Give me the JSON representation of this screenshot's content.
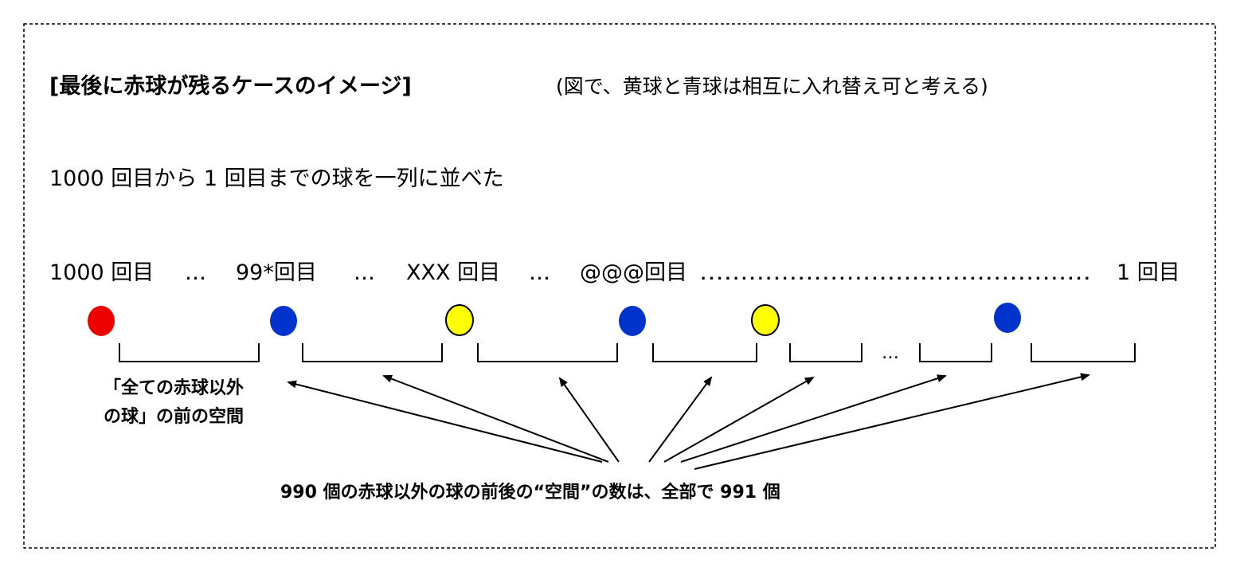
{
  "heading": "[最後に赤球が残るケースのイメージ]",
  "note": "(図で、黄球と青球は相互に入れ替え可と考える)",
  "sequence_caption": "1000 回目から 1 回目までの球を一列に並べた",
  "positions": {
    "p1000": "1000 回目",
    "e1": "…",
    "p99x": "99*回目",
    "e2": "…",
    "pxxx": "XXX 回目",
    "e3": "…",
    "patat": "@@@回目",
    "long_dots": "…………………………………………",
    "p1": "1 回目"
  },
  "balls": [
    {
      "color_name": "red",
      "color": "#ee0000"
    },
    {
      "color_name": "blue",
      "color": "#0033cc"
    },
    {
      "color_name": "yellow",
      "color": "#ffff00"
    },
    {
      "color_name": "blue",
      "color": "#0033cc"
    },
    {
      "color_name": "yellow",
      "color": "#ffff00"
    },
    {
      "color_name": "blue",
      "color": "#0033cc"
    }
  ],
  "gap_ellipsis": "…",
  "space_label_line1": "「全ての赤球以外",
  "space_label_line2": "の球」の前の空間",
  "summary": "990 個の赤球以外の球の前後の“空間”の数は、全部で 991 個"
}
